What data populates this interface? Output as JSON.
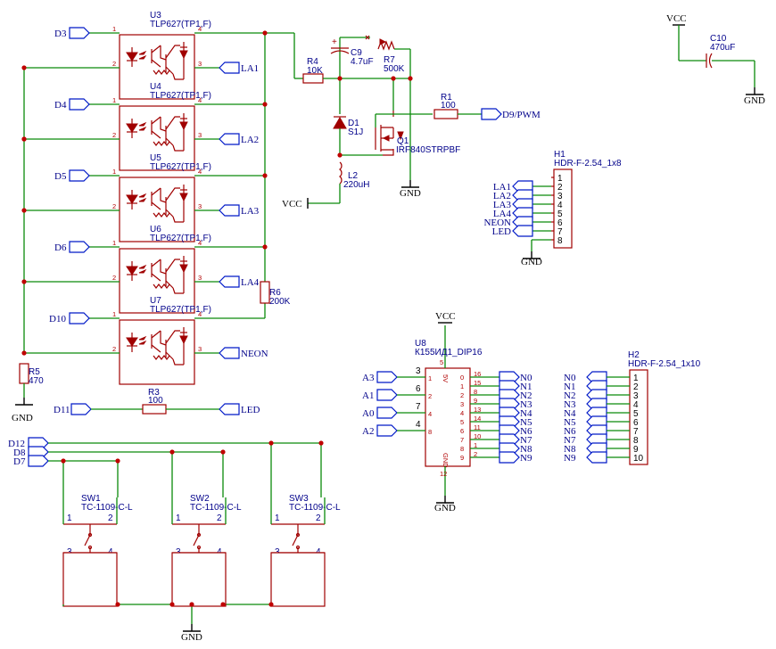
{
  "opto": {
    "part": "TLP627(TP1,F)",
    "pins": [
      "1",
      "2",
      "4",
      "3"
    ],
    "units": [
      {
        "ref": "U3",
        "in": "D3",
        "out": "LA1"
      },
      {
        "ref": "U4",
        "in": "D4",
        "out": "LA2"
      },
      {
        "ref": "U5",
        "in": "D5",
        "out": "LA3"
      },
      {
        "ref": "U6",
        "in": "D6",
        "out": "LA4"
      },
      {
        "ref": "U7",
        "in": "D10",
        "out": "NEON"
      }
    ]
  },
  "resistors": {
    "r4": {
      "ref": "R4",
      "val": "10K"
    },
    "r7": {
      "ref": "R7",
      "val": "500K"
    },
    "r1": {
      "ref": "R1",
      "val": "100"
    },
    "r6": {
      "ref": "R6",
      "val": "200K"
    },
    "r5": {
      "ref": "R5",
      "val": "470"
    },
    "r3": {
      "ref": "R3",
      "val": "100"
    }
  },
  "caps": {
    "c9": {
      "ref": "C9",
      "val": "4.7uF"
    },
    "c10": {
      "ref": "C10",
      "val": "470uF"
    }
  },
  "diode": {
    "ref": "D1",
    "val": "S1J"
  },
  "mosfet": {
    "ref": "Q1",
    "val": "IRF840STRPBF"
  },
  "inductor": {
    "ref": "L2",
    "val": "220uH"
  },
  "nets": {
    "vcc": "VCC",
    "gnd": "GND",
    "d9": "D9/PWM",
    "d11": "D11",
    "led": "LED",
    "d12": "D12",
    "d8": "D8",
    "d7": "D7"
  },
  "h1": {
    "ref": "H1",
    "part": "HDR-F-2.54_1x8",
    "pins": [
      "1",
      "2",
      "3",
      "4",
      "5",
      "6",
      "7",
      "8"
    ],
    "labels": [
      "LA1",
      "LA2",
      "LA3",
      "LA4",
      "NEON",
      "LED"
    ]
  },
  "u8": {
    "ref": "U8",
    "part": "К155ИД1_DIP16",
    "vcc_pin": "5",
    "gnd_pin": "12",
    "vcc_label": "5V",
    "gnd_label": "GND",
    "inputs": [
      {
        "net": "A3",
        "pin": "3",
        "ipin": "1"
      },
      {
        "net": "A1",
        "pin": "6",
        "ipin": "2"
      },
      {
        "net": "A0",
        "pin": "7",
        "ipin": "4"
      },
      {
        "net": "A2",
        "pin": "4",
        "ipin": "8"
      }
    ],
    "outputs": [
      {
        "idx": "0",
        "pin": "16",
        "net": "N0"
      },
      {
        "idx": "1",
        "pin": "15",
        "net": "N1"
      },
      {
        "idx": "2",
        "pin": "8",
        "net": "N2"
      },
      {
        "idx": "3",
        "pin": "9",
        "net": "N3"
      },
      {
        "idx": "4",
        "pin": "13",
        "net": "N4"
      },
      {
        "idx": "5",
        "pin": "14",
        "net": "N5"
      },
      {
        "idx": "6",
        "pin": "11",
        "net": "N6"
      },
      {
        "idx": "7",
        "pin": "10",
        "net": "N7"
      },
      {
        "idx": "8",
        "pin": "1",
        "net": "N8"
      },
      {
        "idx": "9",
        "pin": "2",
        "net": "N9"
      }
    ]
  },
  "h2": {
    "ref": "H2",
    "part": "HDR-F-2.54_1x10",
    "pins": [
      "1",
      "2",
      "3",
      "4",
      "5",
      "6",
      "7",
      "8",
      "9",
      "10"
    ],
    "labels": [
      "N0",
      "N1",
      "N2",
      "N3",
      "N4",
      "N5",
      "N6",
      "N7",
      "N8",
      "N9"
    ]
  },
  "switches": {
    "part": "TC-1109-C-L",
    "pins": [
      "1",
      "2",
      "3",
      "4"
    ],
    "refs": [
      "SW1",
      "SW2",
      "SW3"
    ]
  }
}
